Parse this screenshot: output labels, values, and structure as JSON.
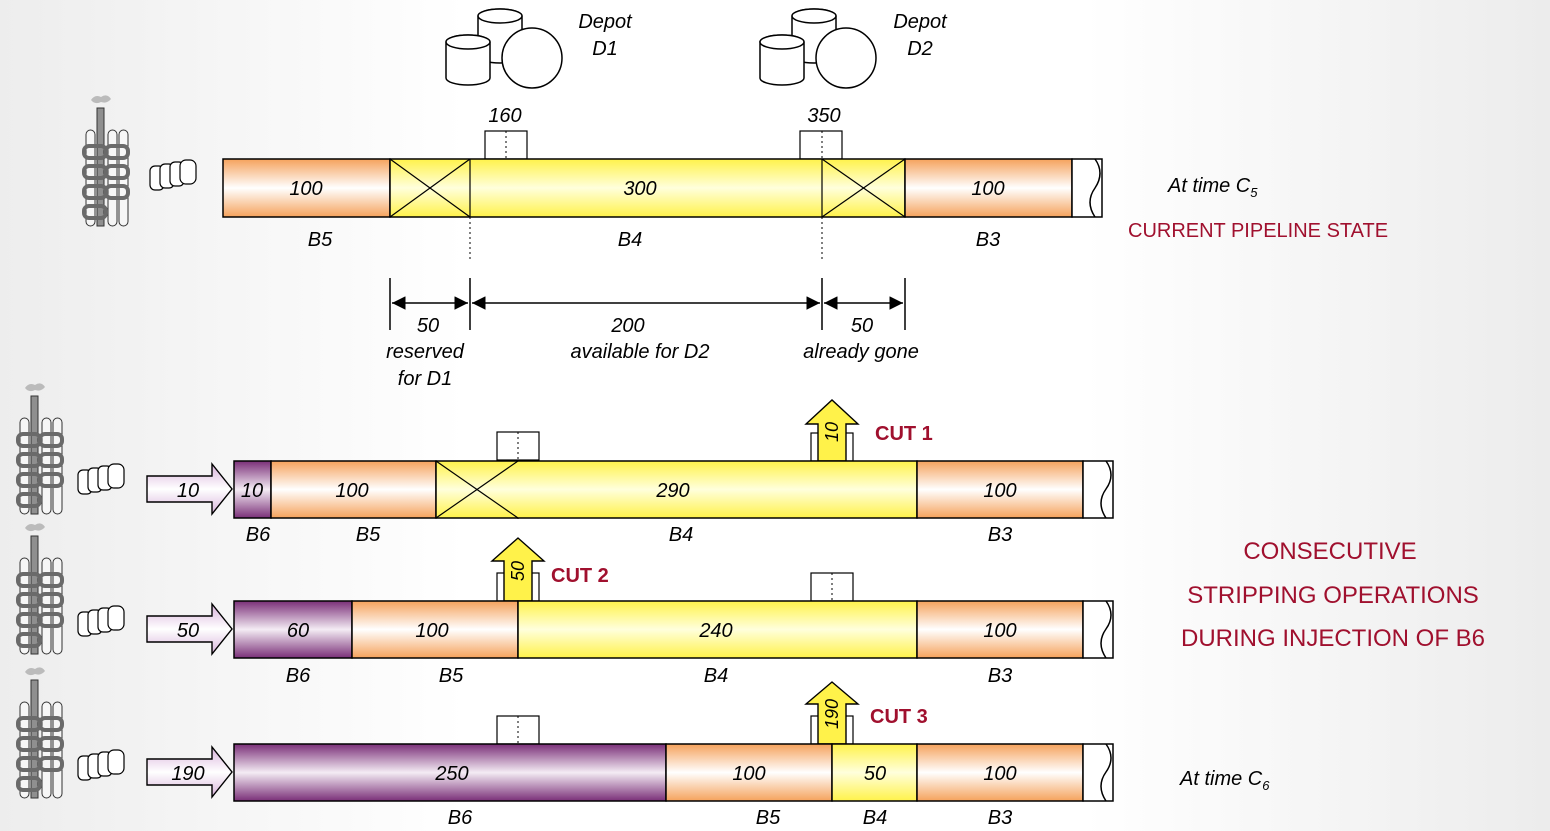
{
  "depots": {
    "d1": {
      "name_line1": "Depot",
      "name_line2": "D1",
      "position": "160"
    },
    "d2": {
      "name_line1": "Depot",
      "name_line2": "D2",
      "position": "350"
    }
  },
  "state": {
    "time_label": "At time  C",
    "time_sub": "5",
    "caption": "CURRENT PIPELINE STATE",
    "seg_b5": "100",
    "seg_b4": "300",
    "seg_b3": "100",
    "lbl_b5": "B5",
    "lbl_b4": "B4",
    "lbl_b3": "B3"
  },
  "dimensions": {
    "reserved_value": "50",
    "reserved_line1": "reserved",
    "reserved_line2": "for D1",
    "available_value": "200",
    "available_text": "available for D2",
    "gone_value": "50",
    "gone_text": "already gone"
  },
  "cut1": {
    "inject": "10",
    "seg_b6": "10",
    "seg_b5": "100",
    "seg_b4": "290",
    "seg_b3": "100",
    "lbl_b6": "B6",
    "lbl_b5": "B5",
    "lbl_b4": "B4",
    "lbl_b3": "B3",
    "cut_label": "CUT 1",
    "cut_value": "10"
  },
  "cut2": {
    "inject": "50",
    "seg_b6": "60",
    "seg_b5": "100",
    "seg_b4": "240",
    "seg_b3": "100",
    "lbl_b6": "B6",
    "lbl_b5": "B5",
    "lbl_b4": "B4",
    "lbl_b3": "B3",
    "cut_label": "CUT 2",
    "cut_value": "50"
  },
  "cut3": {
    "inject": "190",
    "seg_b6": "250",
    "seg_b5": "100",
    "seg_b4": "50",
    "seg_b3": "100",
    "lbl_b6": "B6",
    "lbl_b5": "B5",
    "lbl_b4": "B4",
    "lbl_b3": "B3",
    "cut_label": "CUT 3",
    "cut_value": "190",
    "time_label": "At time  C",
    "time_sub": "6"
  },
  "stripping": {
    "line1": "CONSECUTIVE",
    "line2": "STRIPPING OPERATIONS",
    "line3": "DURING INJECTION OF B6"
  },
  "colors": {
    "batch_orange": "#f5a25c",
    "batch_yellow": "#fff760",
    "batch_purple": "#7a2f78",
    "cut_arrow": "#fff24a",
    "title_red": "#a0102e"
  }
}
